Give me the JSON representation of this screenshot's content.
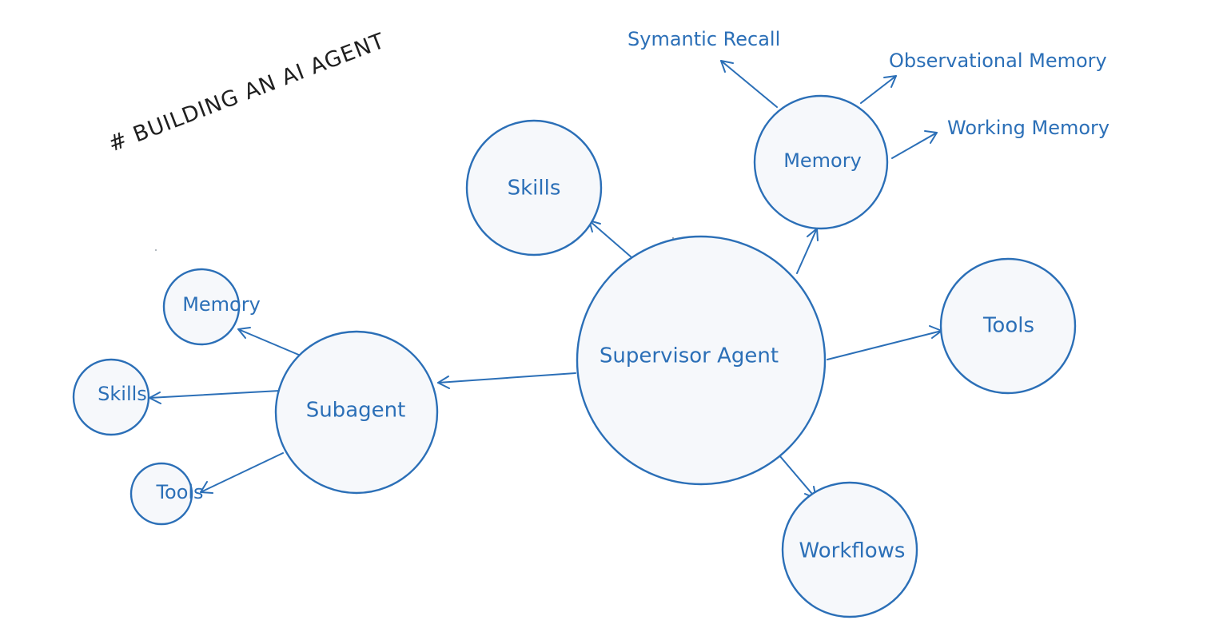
{
  "title": "# BUILDING AN AI AGENT",
  "nodes": {
    "supervisor": "Supervisor Agent",
    "skills_main": "Skills",
    "memory_main": "Memory",
    "tools_main": "Tools",
    "workflows": "Workflows",
    "subagent": "Subagent",
    "memory_sub": "Memory",
    "skills_sub": "Skills",
    "tools_sub": "Tools"
  },
  "memory_types": {
    "symantic": "Symantic Recall",
    "observational": "Observational Memory",
    "working": "Working Memory"
  },
  "colors": {
    "stroke": "#2b6fb7",
    "fill": "#f6f8fb",
    "title": "#1f1f1f"
  }
}
